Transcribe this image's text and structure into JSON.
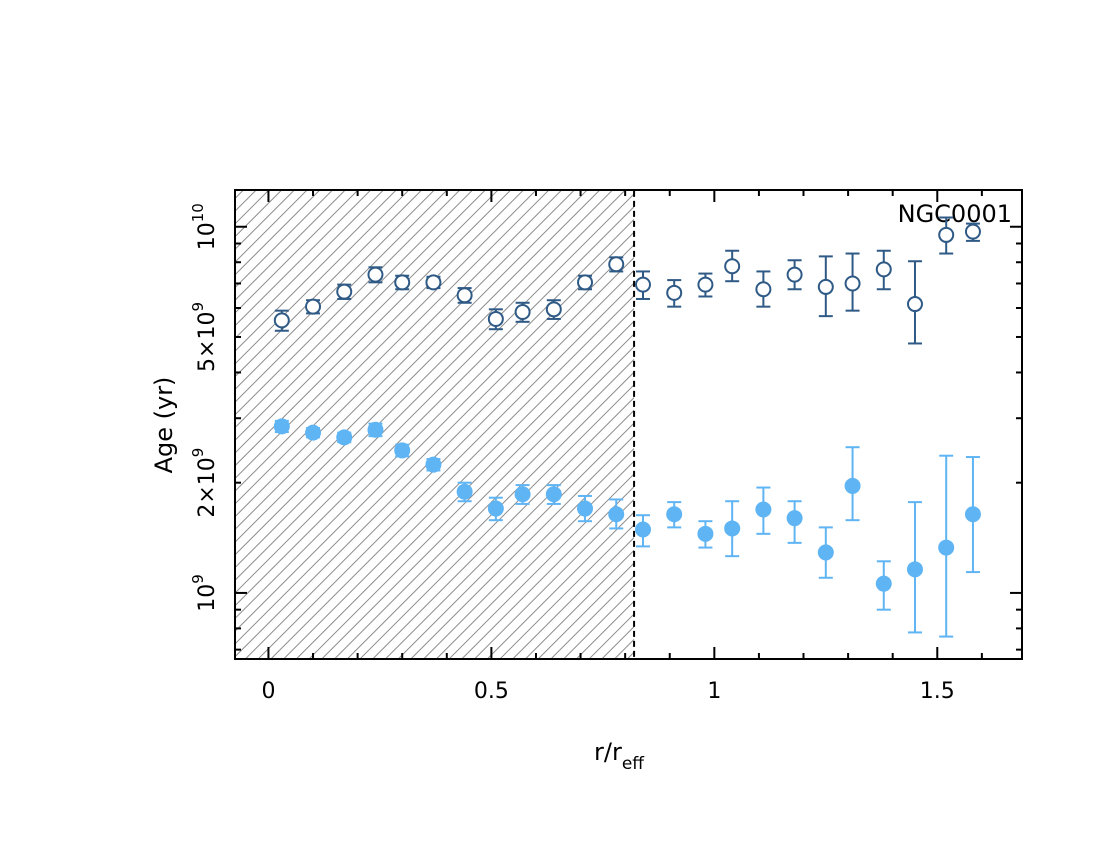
{
  "chart_data": {
    "type": "scatter",
    "title": "",
    "annotation": "NGC0001",
    "xlabel": {
      "main": "r/r",
      "subscript": "eff"
    },
    "ylabel": "Age (yr)",
    "xlim": [
      -0.075,
      1.69
    ],
    "ylim": [
      660000000.0,
      12600000000.0
    ],
    "yscale": "log",
    "x_ticks": [
      {
        "value": 0,
        "label": "0"
      },
      {
        "value": 0.5,
        "label": "0.5"
      },
      {
        "value": 1,
        "label": "1"
      },
      {
        "value": 1.5,
        "label": "1.5"
      }
    ],
    "y_ticks": [
      {
        "value": 1000000000.0,
        "base": "10",
        "exp": "9"
      },
      {
        "value": 2000000000.0,
        "mant": "2×10",
        "exp": "9"
      },
      {
        "value": 5000000000.0,
        "mant": "5×10",
        "exp": "9"
      },
      {
        "value": 10000000000.0,
        "base": "10",
        "exp": "10"
      }
    ],
    "shaded_region": {
      "x_from": -0.075,
      "x_to": 0.82,
      "pattern": "diagonal hatch"
    },
    "grid": false,
    "series": [
      {
        "marker": "open-circle",
        "color": "#2f5a86",
        "points": [
          {
            "x": 0.03,
            "y": 5550000000.0,
            "lo": 5200000000.0,
            "hi": 5900000000.0
          },
          {
            "x": 0.1,
            "y": 6050000000.0,
            "lo": 5800000000.0,
            "hi": 6300000000.0
          },
          {
            "x": 0.17,
            "y": 6650000000.0,
            "lo": 6350000000.0,
            "hi": 6950000000.0
          },
          {
            "x": 0.24,
            "y": 7400000000.0,
            "lo": 7050000000.0,
            "hi": 7750000000.0
          },
          {
            "x": 0.3,
            "y": 7050000000.0,
            "lo": 6750000000.0,
            "hi": 7350000000.0
          },
          {
            "x": 0.37,
            "y": 7050000000.0,
            "lo": 6800000000.0,
            "hi": 7300000000.0
          },
          {
            "x": 0.44,
            "y": 6500000000.0,
            "lo": 6200000000.0,
            "hi": 6800000000.0
          },
          {
            "x": 0.51,
            "y": 5600000000.0,
            "lo": 5250000000.0,
            "hi": 5950000000.0
          },
          {
            "x": 0.57,
            "y": 5850000000.0,
            "lo": 5500000000.0,
            "hi": 6200000000.0
          },
          {
            "x": 0.64,
            "y": 5950000000.0,
            "lo": 5600000000.0,
            "hi": 6300000000.0
          },
          {
            "x": 0.71,
            "y": 7050000000.0,
            "lo": 6750000000.0,
            "hi": 7350000000.0
          },
          {
            "x": 0.78,
            "y": 7900000000.0,
            "lo": 7550000000.0,
            "hi": 8250000000.0
          },
          {
            "x": 0.84,
            "y": 6950000000.0,
            "lo": 6350000000.0,
            "hi": 7550000000.0
          },
          {
            "x": 0.91,
            "y": 6600000000.0,
            "lo": 6050000000.0,
            "hi": 7150000000.0
          },
          {
            "x": 0.98,
            "y": 6950000000.0,
            "lo": 6450000000.0,
            "hi": 7450000000.0
          },
          {
            "x": 1.04,
            "y": 7800000000.0,
            "lo": 7100000000.0,
            "hi": 8600000000.0
          },
          {
            "x": 1.11,
            "y": 6750000000.0,
            "lo": 6050000000.0,
            "hi": 7550000000.0
          },
          {
            "x": 1.18,
            "y": 7400000000.0,
            "lo": 6750000000.0,
            "hi": 8100000000.0
          },
          {
            "x": 1.25,
            "y": 6850000000.0,
            "lo": 5700000000.0,
            "hi": 8300000000.0
          },
          {
            "x": 1.31,
            "y": 7000000000.0,
            "lo": 5900000000.0,
            "hi": 8450000000.0
          },
          {
            "x": 1.38,
            "y": 7650000000.0,
            "lo": 6750000000.0,
            "hi": 8600000000.0
          },
          {
            "x": 1.45,
            "y": 6150000000.0,
            "lo": 4800000000.0,
            "hi": 8050000000.0
          },
          {
            "x": 1.52,
            "y": 9500000000.0,
            "lo": 8450000000.0,
            "hi": 10600000000.0
          },
          {
            "x": 1.58,
            "y": 9700000000.0,
            "lo": 9150000000.0,
            "hi": 10200000000.0
          }
        ]
      },
      {
        "marker": "filled-circle",
        "color": "#5fb4f4",
        "points": [
          {
            "x": 0.03,
            "y": 2850000000.0,
            "lo": 2750000000.0,
            "hi": 2950000000.0
          },
          {
            "x": 0.1,
            "y": 2740000000.0,
            "lo": 2660000000.0,
            "hi": 2820000000.0
          },
          {
            "x": 0.17,
            "y": 2660000000.0,
            "lo": 2580000000.0,
            "hi": 2740000000.0
          },
          {
            "x": 0.24,
            "y": 2790000000.0,
            "lo": 2680000000.0,
            "hi": 2900000000.0
          },
          {
            "x": 0.3,
            "y": 2450000000.0,
            "lo": 2360000000.0,
            "hi": 2540000000.0
          },
          {
            "x": 0.37,
            "y": 2240000000.0,
            "lo": 2160000000.0,
            "hi": 2320000000.0
          },
          {
            "x": 0.44,
            "y": 1890000000.0,
            "lo": 1780000000.0,
            "hi": 2000000000.0
          },
          {
            "x": 0.51,
            "y": 1700000000.0,
            "lo": 1580000000.0,
            "hi": 1820000000.0
          },
          {
            "x": 0.57,
            "y": 1860000000.0,
            "lo": 1750000000.0,
            "hi": 1970000000.0
          },
          {
            "x": 0.64,
            "y": 1860000000.0,
            "lo": 1750000000.0,
            "hi": 1970000000.0
          },
          {
            "x": 0.71,
            "y": 1700000000.0,
            "lo": 1570000000.0,
            "hi": 1840000000.0
          },
          {
            "x": 0.78,
            "y": 1640000000.0,
            "lo": 1500000000.0,
            "hi": 1800000000.0
          },
          {
            "x": 0.84,
            "y": 1490000000.0,
            "lo": 1340000000.0,
            "hi": 1630000000.0
          },
          {
            "x": 0.91,
            "y": 1640000000.0,
            "lo": 1510000000.0,
            "hi": 1770000000.0
          },
          {
            "x": 0.98,
            "y": 1450000000.0,
            "lo": 1330000000.0,
            "hi": 1570000000.0
          },
          {
            "x": 1.04,
            "y": 1500000000.0,
            "lo": 1260000000.0,
            "hi": 1780000000.0
          },
          {
            "x": 1.11,
            "y": 1690000000.0,
            "lo": 1450000000.0,
            "hi": 1940000000.0
          },
          {
            "x": 1.18,
            "y": 1600000000.0,
            "lo": 1370000000.0,
            "hi": 1780000000.0
          },
          {
            "x": 1.25,
            "y": 1290000000.0,
            "lo": 1100000000.0,
            "hi": 1510000000.0
          },
          {
            "x": 1.31,
            "y": 1960000000.0,
            "lo": 1580000000.0,
            "hi": 2500000000.0
          },
          {
            "x": 1.38,
            "y": 1060000000.0,
            "lo": 900000000.0,
            "hi": 1220000000.0
          },
          {
            "x": 1.45,
            "y": 1160000000.0,
            "lo": 780000000.0,
            "hi": 1770000000.0
          },
          {
            "x": 1.52,
            "y": 1330000000.0,
            "lo": 760000000.0,
            "hi": 2370000000.0
          },
          {
            "x": 1.58,
            "y": 1640000000.0,
            "lo": 1140000000.0,
            "hi": 2350000000.0
          }
        ]
      }
    ]
  }
}
